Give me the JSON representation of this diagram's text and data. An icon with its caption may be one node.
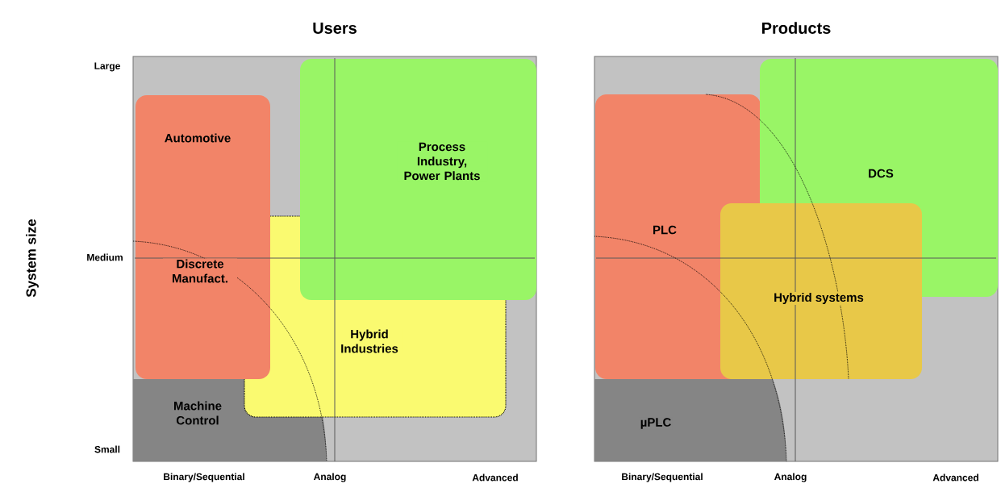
{
  "diagram": {
    "nodes": [
      {
        "text": [
          "Users"
        ]
      },
      {
        "text": [
          "Automotive",
          "Discrete Manufact."
        ],
        "in": 0
      },
      {
        "text": [
          "Process Industry, Power Plants"
        ],
        "in": 0
      },
      {
        "text": [
          "Hybrid Industries"
        ],
        "in": 0
      },
      {
        "text": [
          "Machine Control"
        ],
        "in": 0
      },
      {
        "text": [
          "Products"
        ]
      },
      {
        "text": [
          "PLC"
        ],
        "in": 5
      },
      {
        "text": [
          "DCS"
        ],
        "in": 5
      },
      {
        "text": [
          "Hybrid systems"
        ],
        "in": 5
      },
      {
        "text": [
          "µPLC"
        ],
        "in": 5
      }
    ],
    "edges": [],
    "labels": [
      "System size",
      "Large",
      "Medium",
      "Small",
      "Binary/Sequential",
      "Analog",
      "Advanced",
      "Binary/Sequential",
      "Analog",
      "Advanced"
    ]
  }
}
